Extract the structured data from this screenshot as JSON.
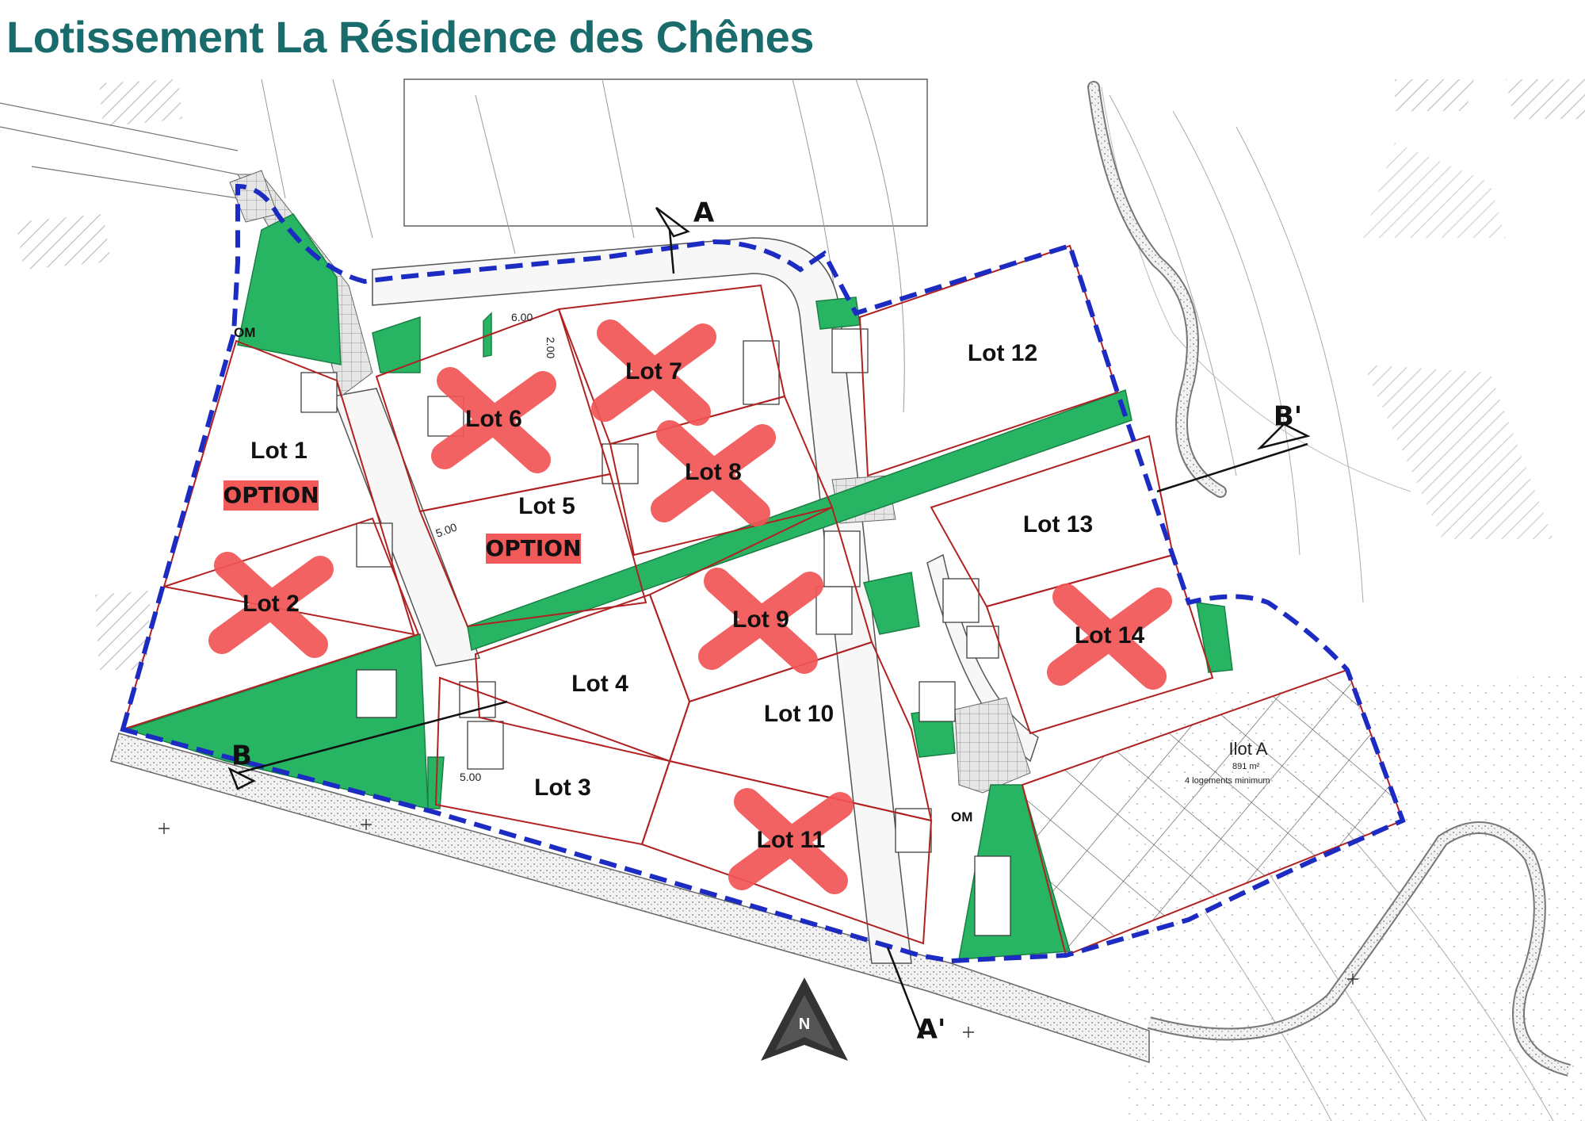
{
  "title": "Lotissement La Résidence des Chênes",
  "colors": {
    "title": "#1a6b6b",
    "green_space": "#27b564",
    "boundary": "#1c2bc2",
    "lot_line": "#b02222",
    "sold_cross": "#f25555",
    "option_badge": "#f25a5a"
  },
  "lots": [
    {
      "id": "lot-1",
      "label": "Lot 1",
      "status": "option",
      "badge": "OPTION"
    },
    {
      "id": "lot-2",
      "label": "Lot 2",
      "status": "sold"
    },
    {
      "id": "lot-3",
      "label": "Lot 3",
      "status": "available"
    },
    {
      "id": "lot-4",
      "label": "Lot 4",
      "status": "available"
    },
    {
      "id": "lot-5",
      "label": "Lot 5",
      "status": "option",
      "badge": "OPTION"
    },
    {
      "id": "lot-6",
      "label": "Lot 6",
      "status": "sold"
    },
    {
      "id": "lot-7",
      "label": "Lot 7",
      "status": "sold"
    },
    {
      "id": "lot-8",
      "label": "Lot 8",
      "status": "sold"
    },
    {
      "id": "lot-9",
      "label": "Lot 9",
      "status": "sold"
    },
    {
      "id": "lot-10",
      "label": "Lot 10",
      "status": "available"
    },
    {
      "id": "lot-11",
      "label": "Lot 11",
      "status": "sold"
    },
    {
      "id": "lot-12",
      "label": "Lot 12",
      "status": "available"
    },
    {
      "id": "lot-13",
      "label": "Lot 13",
      "status": "available"
    },
    {
      "id": "lot-14",
      "label": "Lot 14",
      "status": "sold"
    }
  ],
  "ilot": {
    "name": "Ilot A",
    "area": "891 m²",
    "note": "4 logements minimum"
  },
  "section_markers": {
    "a": "A",
    "a_prime": "A'",
    "b": "B",
    "b_prime": "B'"
  },
  "om_label": "OM",
  "dimensions": {
    "d1": "5.00",
    "d2": "6.00",
    "d3": "2.00"
  },
  "north_label": "N"
}
